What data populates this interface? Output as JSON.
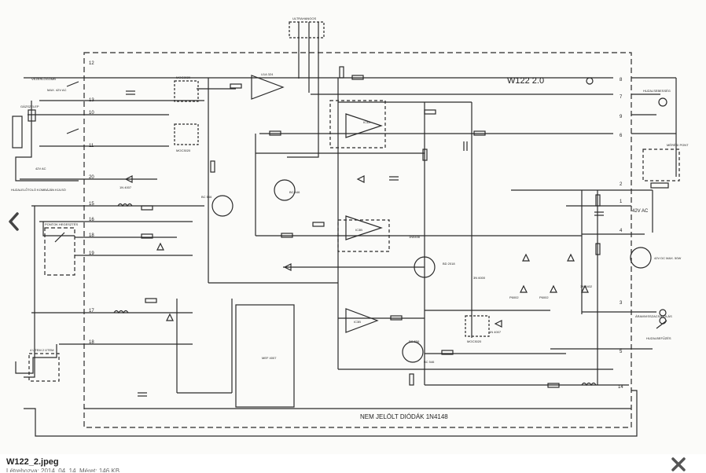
{
  "viewer": {
    "filename": "W122_2.jpeg",
    "subinfo": "Létrehozva: 2014. 04. 14. Méret: 146 KB",
    "prev_icon": "chevron-left-icon",
    "close_icon": "close-x-icon"
  },
  "schematic": {
    "title": "W122  2.0",
    "note": "NEM JELÖLT DIÓDÁK 1N4148",
    "top_box_label": "ULTRAHANGOS",
    "terminals_left": [
      "12",
      "13",
      "10",
      "11",
      "20",
      "15",
      "16",
      "18",
      "19",
      "17",
      "18"
    ],
    "terminals_right": [
      "8",
      "7",
      "9",
      "6",
      "2",
      "1",
      "4",
      "3",
      "5",
      "14"
    ],
    "labels": {
      "vezerlogomb": "VEZÉRLŐGOMB",
      "max42": "MAX. 42V AC",
      "gazszelep": "GÁZSZELEP",
      "v42ac_left": "42V AC",
      "huzalelotolo": "HUZALELŐTOLÓ KOMBÁJÁN KÜLSÖ",
      "pontok": "PONTOK HEGESZTÉS",
      "tetri": "4 ÜTEM  2 ÜTEM",
      "v42ac_right": "42V AC",
      "motor": "42V DC  MAX. 50W",
      "huzalsebesseg": "HUZALSEBESSÉG",
      "meresi": "MÉRÉSI PONT",
      "huzalvisszaegeses": "ÁRAMVISSZACSATOLÁS",
      "huzalbefuzes": "HUZALBEFŰZÉS"
    },
    "components": {
      "ic_moc_a": "MOC3020",
      "ic_moc_b": "MOC3020",
      "ic_moc_c": "MOC3020",
      "ic1": "MEF 4007",
      "u_a": "U1A 324",
      "u_b": "IC3A",
      "u_c": "IC3B",
      "u_d": "IC3B",
      "t1": "BC 546",
      "t2": "BC 546",
      "t3": "BC 546",
      "t4": "BC 556",
      "t5": "BD 2018",
      "diode_1n4007_a": "1N 4007",
      "diode_1n4007_b": "1N 4007",
      "diode_3n6000": "3N 6000",
      "diode_p600a": "P6002",
      "diode_p600b": "P6002",
      "diode_3n8402": "3N 8402",
      "zener": "1N5408"
    }
  }
}
